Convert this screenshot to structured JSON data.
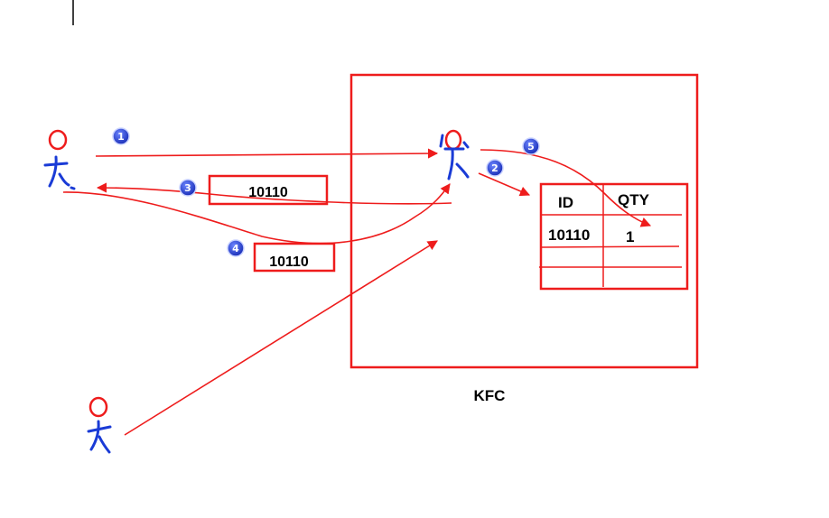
{
  "diagram": {
    "store_label": "KFC",
    "ticket_top": "10110",
    "ticket_bottom": "10110",
    "table": {
      "headers": [
        "ID",
        "QTY"
      ],
      "rows": [
        [
          "10110",
          "1"
        ],
        [
          "",
          ""
        ],
        [
          "",
          ""
        ]
      ]
    },
    "steps": [
      "1",
      "2",
      "3",
      "4",
      "5"
    ],
    "colors": {
      "line": "#ee1c1c",
      "figure_body": "#1a3bd6",
      "badge": "#1f3fd0"
    }
  }
}
